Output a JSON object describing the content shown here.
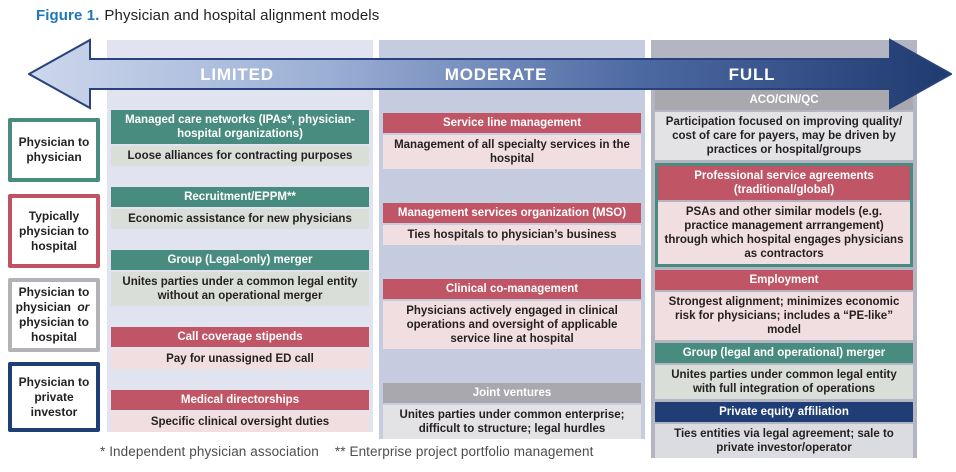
{
  "title": {
    "prefix": "Figure 1.",
    "text": "Physician and hospital alignment models"
  },
  "palette": {
    "teal": "#488b7f",
    "red": "#bf5565",
    "gray": "#a8a8ae",
    "navy": "#1f3e75",
    "blue": "#1e76bc",
    "ink": "#231f20",
    "col-limited-bg": "#e1e4f0",
    "col-moderate-bg": "#c6ccdf",
    "col-full-bg": "#b4b5c3",
    "arrow-gradient-start": "#cdd7ec",
    "arrow-gradient-end": "#1e3a6e"
  },
  "legend": [
    {
      "variant": "teal",
      "parts": [
        {
          "text": "Physician to physician"
        }
      ]
    },
    {
      "variant": "red",
      "parts": [
        {
          "text": "Typically physician to hospital"
        }
      ]
    },
    {
      "variant": "gray",
      "parts": [
        {
          "text": "Physician to physician"
        },
        {
          "text": "or",
          "em": true
        },
        {
          "text": "physician to hospital"
        }
      ]
    },
    {
      "variant": "navy",
      "parts": [
        {
          "text": "Physician to private investor"
        }
      ]
    }
  ],
  "columns": [
    {
      "id": "limited",
      "header": "LIMITED",
      "rows": [
        {
          "variant": "teal",
          "title": "Managed care networks (IPAs*, physician-hospital organizations)",
          "body": "Loose alliances for contracting purposes"
        },
        {
          "variant": "teal",
          "title": "Recruitment/EPPM**",
          "body": "Economic assistance for new physicians"
        },
        {
          "variant": "teal",
          "title": "Group (Legal-only) merger",
          "body": "Unites parties under a common legal entity without an operational merger"
        },
        {
          "variant": "red",
          "title": "Call coverage stipends",
          "body": "Pay for unassigned ED call"
        },
        {
          "variant": "red",
          "title": "Medical directorships",
          "body": "Specific clinical oversight duties"
        }
      ]
    },
    {
      "id": "moderate",
      "header": "MODERATE",
      "rows": [
        {
          "variant": "red",
          "title": "Service line management",
          "body": "Management of all specialty services in the hospital"
        },
        {
          "variant": "red",
          "title": "Management services organization (MSO)",
          "body": "Ties hospitals to physician’s business"
        },
        {
          "variant": "red",
          "title": "Clinical co-management",
          "body": "Physicians actively engaged in clinical operations and oversight of applicable service line at hospital"
        },
        {
          "variant": "gray",
          "title": "Joint ventures",
          "body": "Unites parties under common enterprise; difficult to structure; legal hurdles"
        }
      ]
    },
    {
      "id": "full",
      "header": "FULL",
      "rows": [
        {
          "variant": "gray",
          "title": "ACO/CIN/QC",
          "body": "Participation focused on improving quality/ cost of care for payers, may be driven by practices or hospital/groups"
        },
        {
          "variant": "red",
          "boxed": true,
          "title": "Professional service agreements (traditional/global)",
          "body": "PSAs and other similar models (e.g. practice management arrrangement) through which hospital engages physicians as contractors"
        },
        {
          "variant": "red",
          "title": "Employment",
          "body": "Strongest alignment; minimizes economic risk for physicians; includes a “PE-like” model"
        },
        {
          "variant": "teal",
          "title": "Group (legal and operational) merger",
          "body": "Unites parties under common legal entity with full integration of operations"
        },
        {
          "variant": "navy",
          "title": "Private equity affiliation",
          "body": "Ties entities via legal agreement; sale to private investor/operator"
        }
      ]
    }
  ],
  "footnotes": [
    "* Independent physician association",
    "** Enterprise project portfolio management"
  ]
}
